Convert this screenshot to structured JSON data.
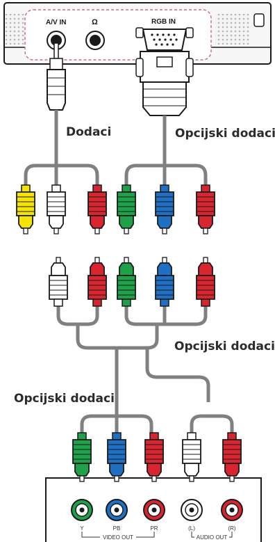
{
  "device": {
    "ports": {
      "av_in": "A/V IN",
      "headphone": "Ω",
      "rgb_in": "RGB IN"
    }
  },
  "labels": {
    "accessories": "Dodaci",
    "optional_top": "Opcijski dodaci",
    "optional_mid": "Opcijski dodaci",
    "optional_left": "Opcijski dodaci"
  },
  "source": {
    "jacks": [
      "Y",
      "PB",
      "PR",
      "(L)",
      "(R)"
    ],
    "group_video": "VIDEO OUT",
    "group_audio": "AUDIO OUT"
  },
  "colors": {
    "yellow": "#f5e300",
    "white": "#ffffff",
    "red": "#d8252f",
    "green": "#1fa14a",
    "blue": "#1f6fc4",
    "cable": "#808080",
    "outline": "#1a1a1a",
    "dashed_border": "#c9708a"
  }
}
